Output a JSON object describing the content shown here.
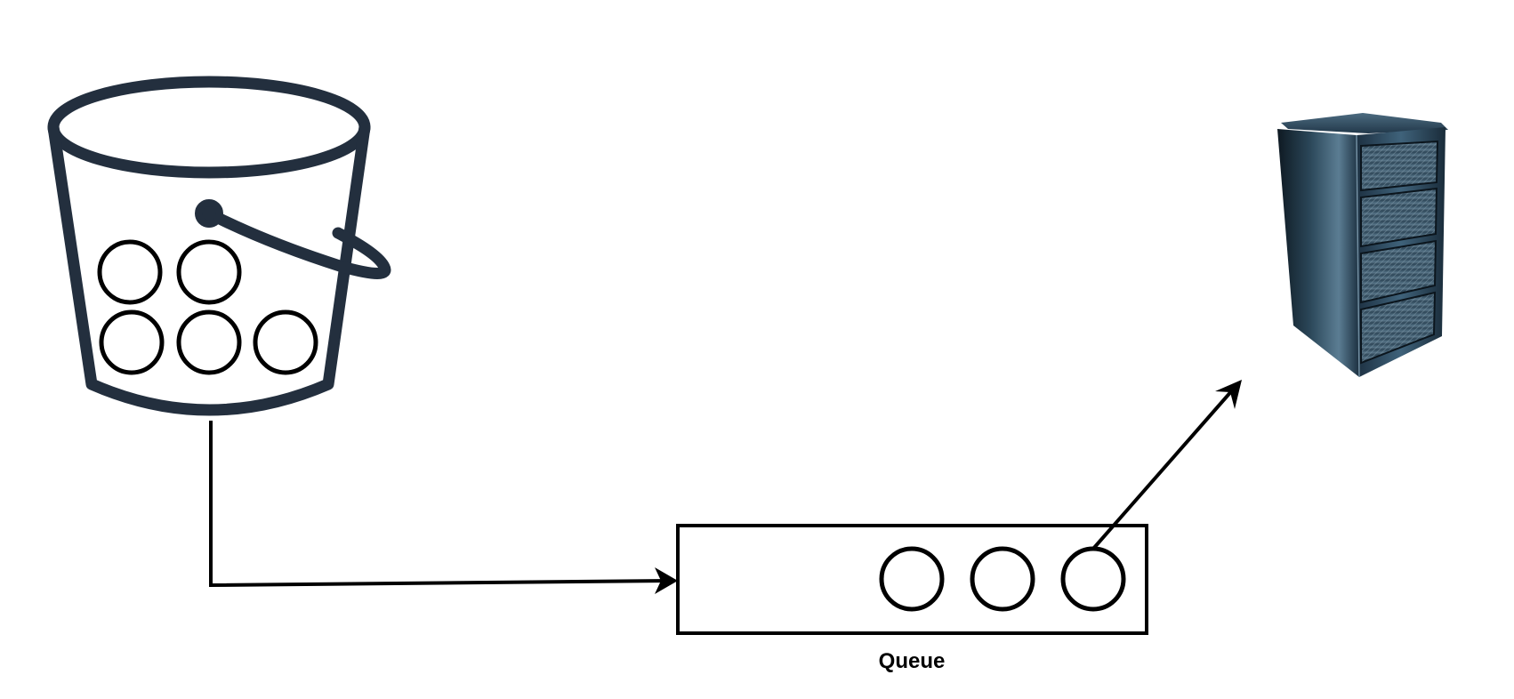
{
  "diagram": {
    "nodes": [
      {
        "id": "bucket",
        "kind": "storage-bucket-icon",
        "object_count": 5
      },
      {
        "id": "queue",
        "kind": "queue",
        "label": "Queue",
        "message_count": 3
      },
      {
        "id": "server",
        "kind": "server-rack-icon"
      }
    ],
    "edges": [
      {
        "from": "bucket",
        "to": "queue"
      },
      {
        "from": "queue",
        "to": "server"
      }
    ],
    "queue_label": "Queue"
  },
  "colors": {
    "bucket_stroke": "#232f3e",
    "line": "#000000",
    "background": "#ffffff",
    "server_dark": "#0f1c26",
    "server_mid": "#2d4a5e",
    "server_light": "#6f8ea3"
  }
}
